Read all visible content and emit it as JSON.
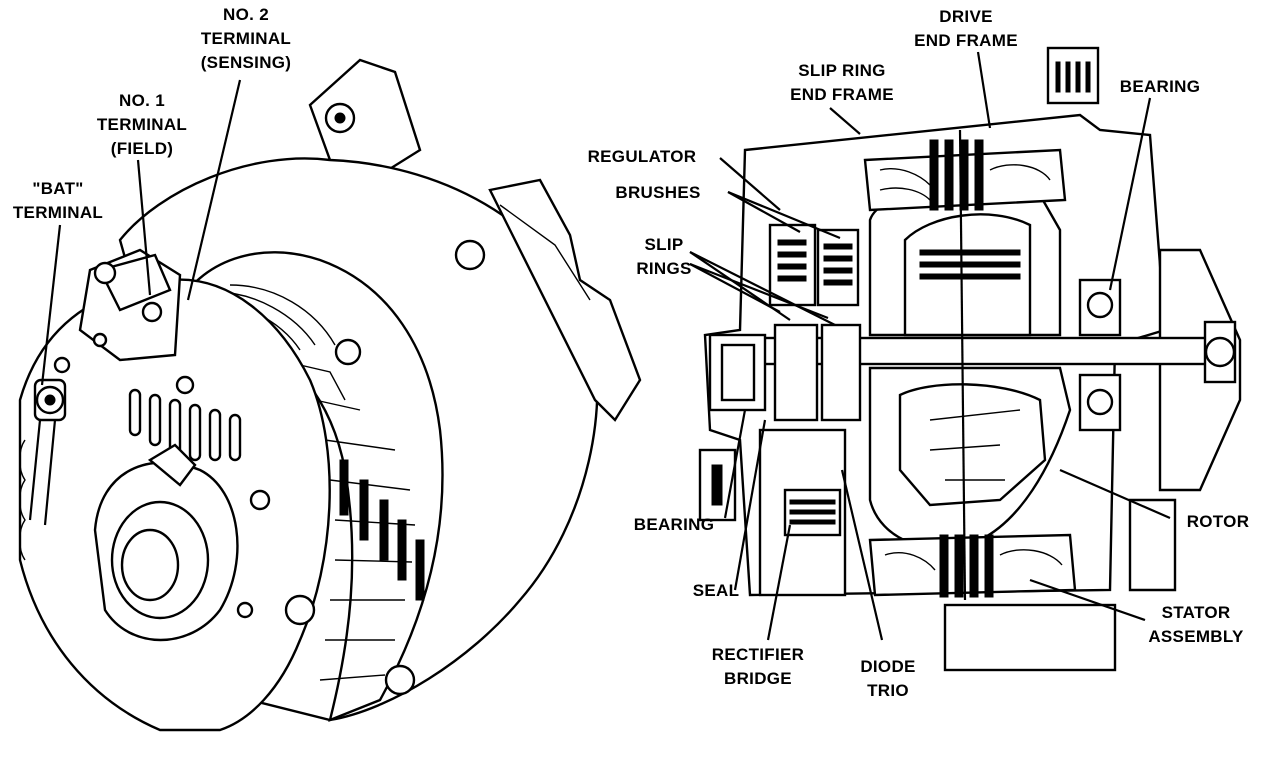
{
  "left_labels": {
    "no2_terminal": [
      "NO. 2",
      "TERMINAL",
      "(SENSING)"
    ],
    "no1_terminal": [
      "NO. 1",
      "TERMINAL",
      "(FIELD)"
    ],
    "bat_terminal": [
      "\"BAT\"",
      "TERMINAL"
    ]
  },
  "right_labels": {
    "drive_end_frame": [
      "DRIVE",
      "END FRAME"
    ],
    "slip_ring_end_frame": [
      "SLIP RING",
      "END FRAME"
    ],
    "bearing_top": [
      "BEARING"
    ],
    "regulator": [
      "REGULATOR"
    ],
    "brushes": [
      "BRUSHES"
    ],
    "slip_rings": [
      "SLIP",
      "RINGS"
    ],
    "bearing_bottom": [
      "BEARING"
    ],
    "seal": [
      "SEAL"
    ],
    "rectifier_bridge": [
      "RECTIFIER",
      "BRIDGE"
    ],
    "diode_trio": [
      "DIODE",
      "TRIO"
    ],
    "rotor": [
      "ROTOR"
    ],
    "stator_assembly": [
      "STATOR",
      "ASSEMBLY"
    ]
  },
  "icons": {
    "alternator_exterior": "alternator-exterior-drawing",
    "alternator_cutaway": "alternator-cutaway-drawing"
  },
  "colors": {
    "ink": "#000000",
    "paper": "#ffffff"
  }
}
